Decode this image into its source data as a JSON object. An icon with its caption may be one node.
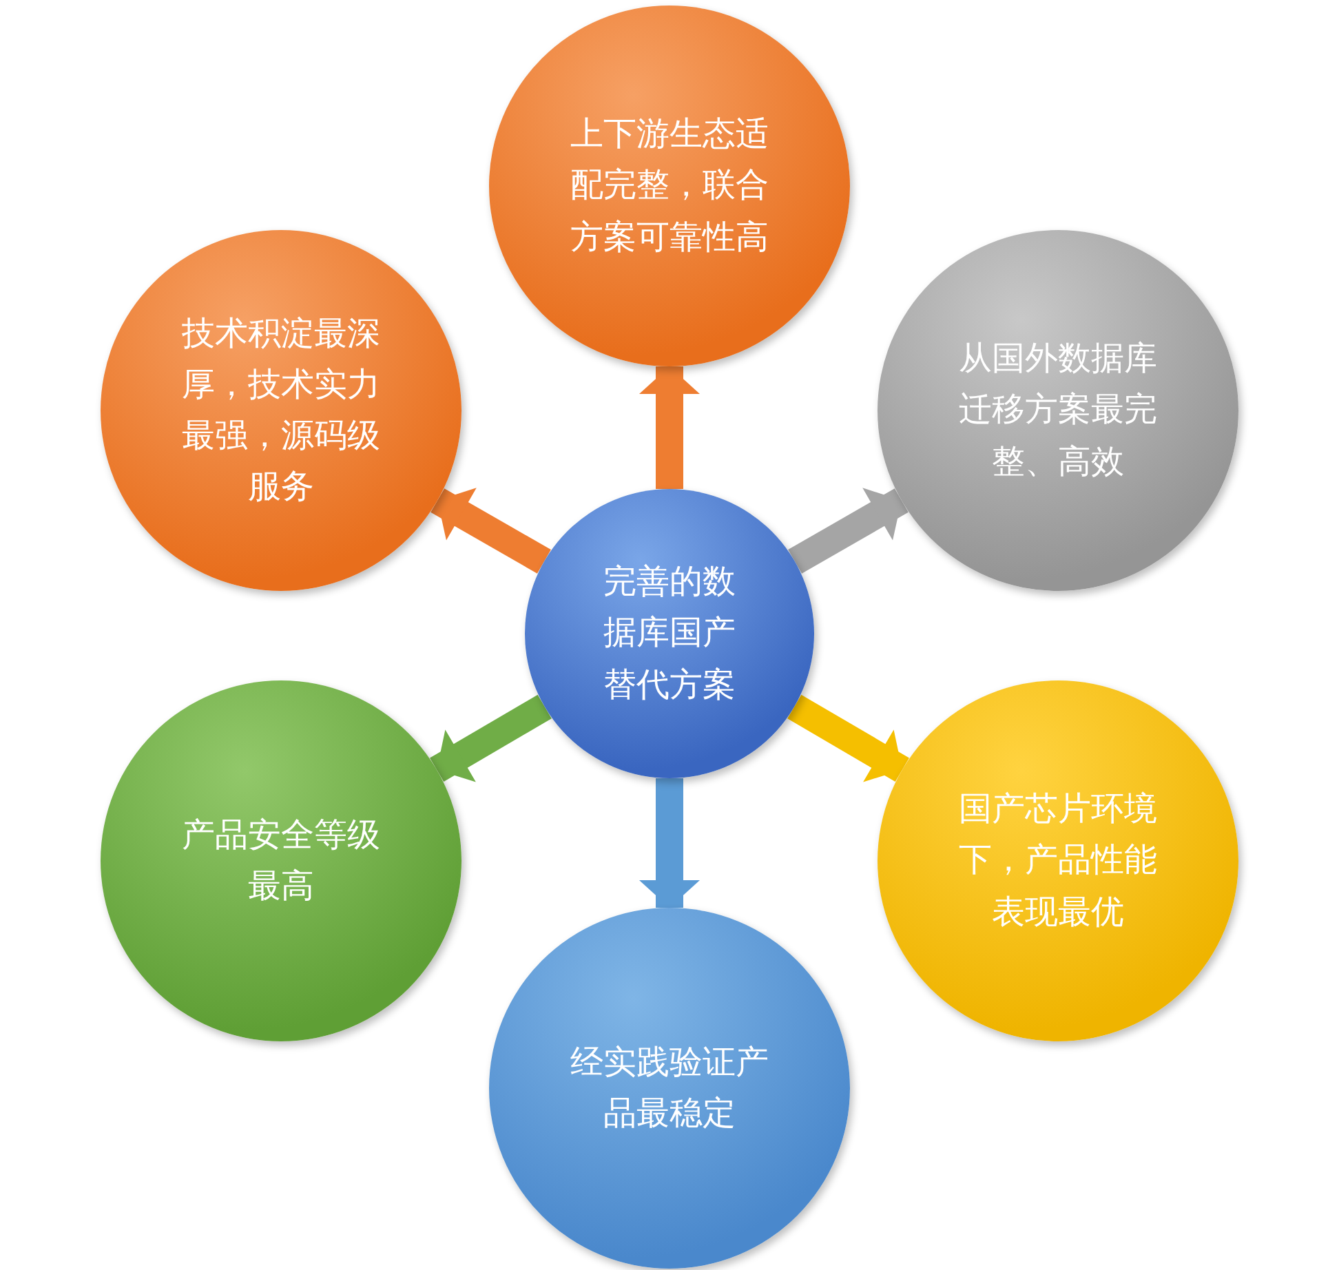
{
  "diagram": {
    "nodes": [
      {
        "text": [
          "完善的数据库国产替代方案"
        ]
      },
      {
        "text": [
          "上下游生态适配完整，联合方案可靠性高"
        ]
      },
      {
        "text": [
          "从国外数据库迁移方案最完整、高效"
        ]
      },
      {
        "text": [
          "国产芯片环境下，产品性能表现最优"
        ]
      },
      {
        "text": [
          "经实践验证产品最稳定"
        ]
      },
      {
        "text": [
          "产品安全等级最高"
        ]
      },
      {
        "text": [
          "技术积淀最深厚，技术实力最强，源码级服务"
        ]
      }
    ],
    "edges": [
      {
        "from": 0,
        "to": 1,
        "arrow": "to",
        "color": "#ee7d31"
      },
      {
        "from": 0,
        "to": 2,
        "arrow": "to",
        "color": "#a5a5a5"
      },
      {
        "from": 0,
        "to": 3,
        "arrow": "to",
        "color": "#f5bf00"
      },
      {
        "from": 0,
        "to": 4,
        "arrow": "to",
        "color": "#5b9bd5"
      },
      {
        "from": 0,
        "to": 5,
        "arrow": "to",
        "color": "#70ad47"
      },
      {
        "from": 0,
        "to": 6,
        "arrow": "to",
        "color": "#ee7d31"
      }
    ]
  }
}
